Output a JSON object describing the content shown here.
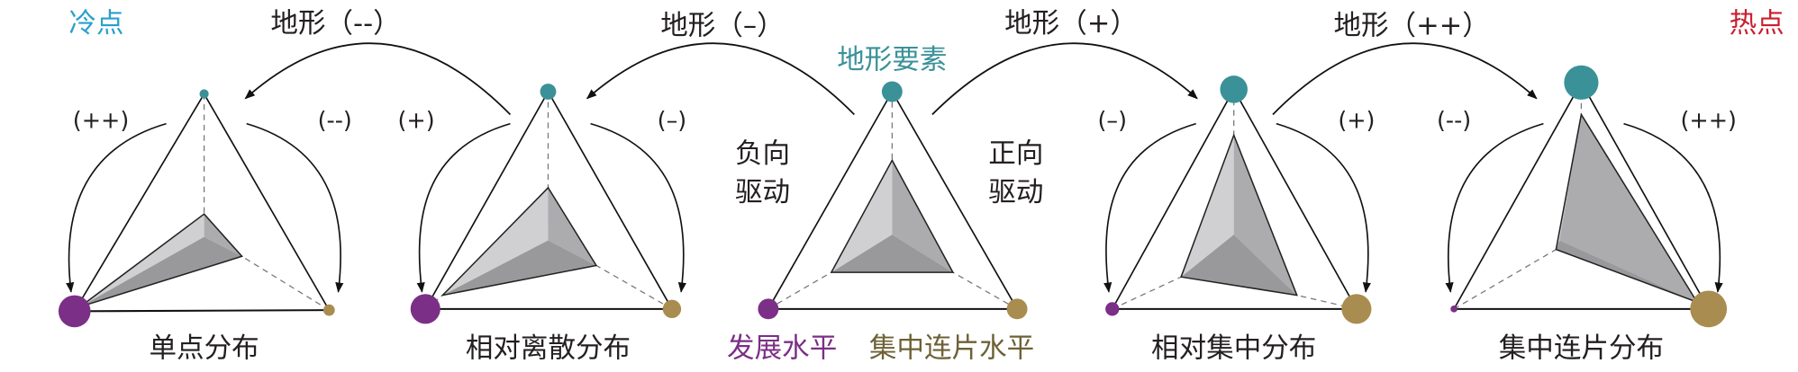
{
  "colors": {
    "terrain": "#3b9198",
    "development": "#7b2f86",
    "cluster": "#a98c4f",
    "cold": "#2a9fcb",
    "hot": "#c91f2f",
    "cluster_text": "#6d6136"
  },
  "corners": {
    "cold_spot": "冷点",
    "hot_spot": "热点"
  },
  "transitions": [
    "地形（--）",
    "地形（–）",
    "地形（+）",
    "地形（++）"
  ],
  "center": {
    "terrain_factor": "地形要素",
    "development_level": "发展水平",
    "cluster_level": "集中连片水平",
    "negative_drive_1": "负向",
    "negative_drive_2": "驱动",
    "positive_drive_1": "正向",
    "positive_drive_2": "驱动"
  },
  "patterns": [
    {
      "label": "单点分布",
      "left_sign": "(++)",
      "right_sign": "(--)"
    },
    {
      "label": "相对离散分布",
      "left_sign": "(+)",
      "right_sign": "(–)"
    },
    {
      "label": "",
      "left_sign": "",
      "right_sign": ""
    },
    {
      "label": "相对集中分布",
      "left_sign": "(–)",
      "right_sign": "(+)"
    },
    {
      "label": "集中连片分布",
      "left_sign": "(--)",
      "right_sign": "(++)"
    }
  ]
}
